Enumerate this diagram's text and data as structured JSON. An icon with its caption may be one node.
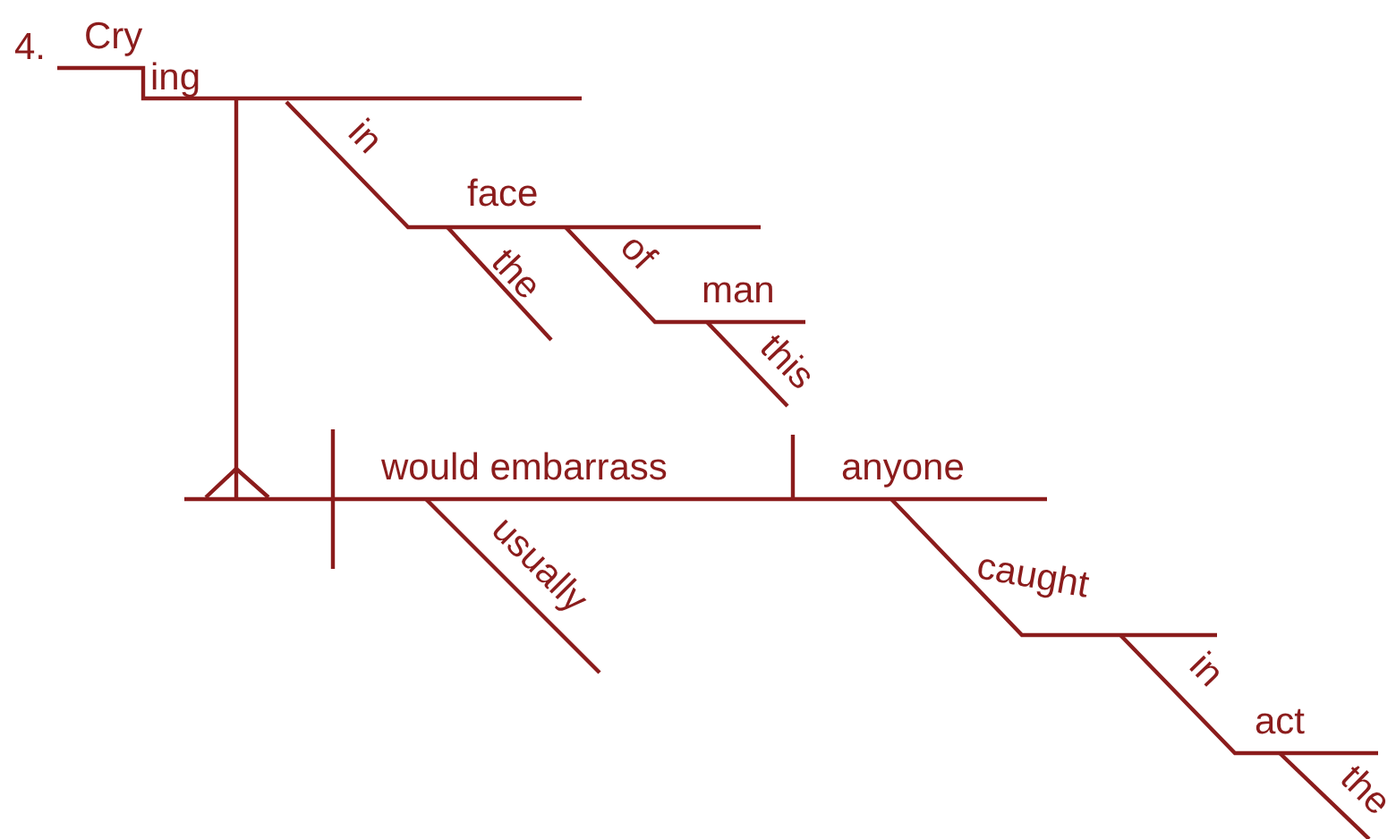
{
  "diagram": {
    "labels": [
      "4.",
      "Cry",
      "ing",
      "in",
      "face",
      "the",
      "of",
      "man",
      "this",
      "would embarrass",
      "anyone",
      "usually",
      "caught",
      "in",
      "act",
      "the"
    ]
  }
}
